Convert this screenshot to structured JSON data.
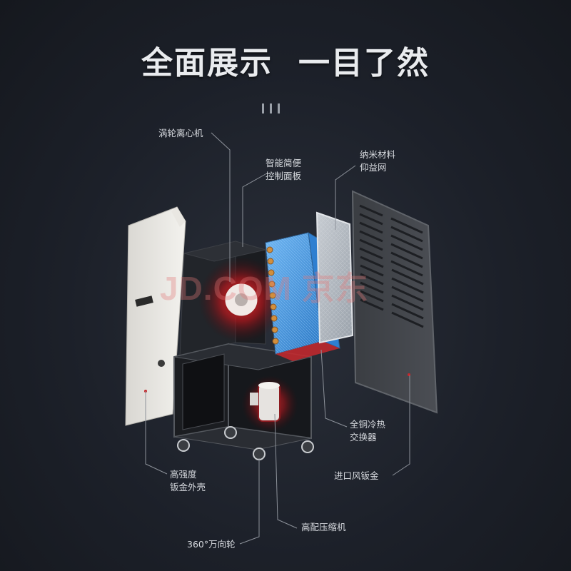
{
  "title": {
    "part1": "全面展示",
    "part2": "一目了然"
  },
  "labels": {
    "turbo_fan": "涡轮离心机",
    "panel_line1": "智能简便",
    "panel_line2": "控制面板",
    "nano_line1": "纳米材料",
    "nano_line2": "仰益网",
    "copper_line1": "全铜冷热",
    "copper_line2": "交换器",
    "inlet": "进口风钣金",
    "shell_line1": "高强度",
    "shell_line2": "钣金外壳",
    "compressor": "高配压缩机",
    "wheel": "360°万向轮"
  },
  "watermark": "JD.COM 京东",
  "colors": {
    "background": "#1b1f27",
    "accent_red": "#c8282d",
    "coil_blue": "#3a8fd6",
    "copper": "#c98a3c"
  }
}
